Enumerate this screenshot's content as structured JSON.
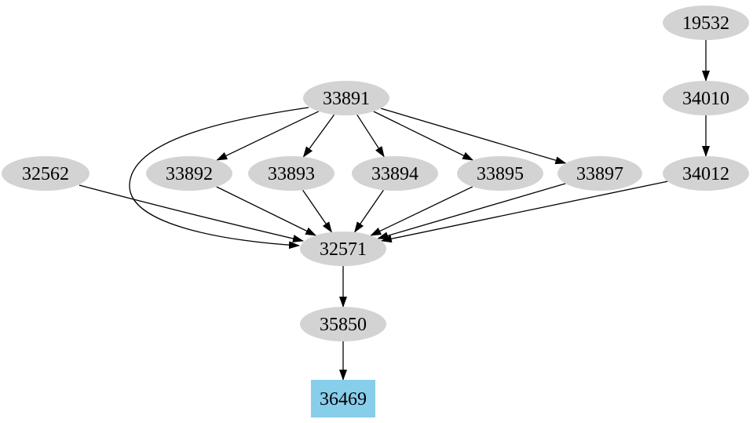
{
  "diagram": {
    "type": "directed-graph",
    "background_color": "#ffffff",
    "default_node_fill": "#d3d3d3",
    "highlight_node_fill": "#87ceeb",
    "edge_color": "#000000",
    "label_color": "#000000",
    "nodes": [
      {
        "id": "19532",
        "label": "19532",
        "shape": "ellipse",
        "fill": "#d3d3d3"
      },
      {
        "id": "34010",
        "label": "34010",
        "shape": "ellipse",
        "fill": "#d3d3d3"
      },
      {
        "id": "34012",
        "label": "34012",
        "shape": "ellipse",
        "fill": "#d3d3d3"
      },
      {
        "id": "33891",
        "label": "33891",
        "shape": "ellipse",
        "fill": "#d3d3d3"
      },
      {
        "id": "32562",
        "label": "32562",
        "shape": "ellipse",
        "fill": "#d3d3d3"
      },
      {
        "id": "33892",
        "label": "33892",
        "shape": "ellipse",
        "fill": "#d3d3d3"
      },
      {
        "id": "33893",
        "label": "33893",
        "shape": "ellipse",
        "fill": "#d3d3d3"
      },
      {
        "id": "33894",
        "label": "33894",
        "shape": "ellipse",
        "fill": "#d3d3d3"
      },
      {
        "id": "33895",
        "label": "33895",
        "shape": "ellipse",
        "fill": "#d3d3d3"
      },
      {
        "id": "33897",
        "label": "33897",
        "shape": "ellipse",
        "fill": "#d3d3d3"
      },
      {
        "id": "32571",
        "label": "32571",
        "shape": "ellipse",
        "fill": "#d3d3d3"
      },
      {
        "id": "35850",
        "label": "35850",
        "shape": "ellipse",
        "fill": "#d3d3d3"
      },
      {
        "id": "36469",
        "label": "36469",
        "shape": "box",
        "fill": "#87ceeb"
      }
    ],
    "edges": [
      {
        "from": "19532",
        "to": "34010"
      },
      {
        "from": "34010",
        "to": "34012"
      },
      {
        "from": "34012",
        "to": "32571"
      },
      {
        "from": "33891",
        "to": "33892"
      },
      {
        "from": "33891",
        "to": "33893"
      },
      {
        "from": "33891",
        "to": "33894"
      },
      {
        "from": "33891",
        "to": "33895"
      },
      {
        "from": "33891",
        "to": "33897"
      },
      {
        "from": "33891",
        "to": "32571"
      },
      {
        "from": "32562",
        "to": "32571"
      },
      {
        "from": "33892",
        "to": "32571"
      },
      {
        "from": "33893",
        "to": "32571"
      },
      {
        "from": "33894",
        "to": "32571"
      },
      {
        "from": "33895",
        "to": "32571"
      },
      {
        "from": "33897",
        "to": "32571"
      },
      {
        "from": "32571",
        "to": "35850"
      },
      {
        "from": "35850",
        "to": "36469"
      }
    ]
  }
}
